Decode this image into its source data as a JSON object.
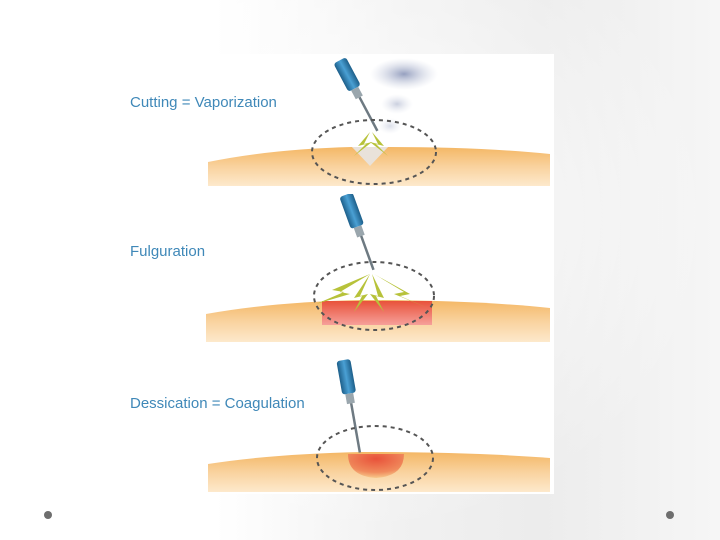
{
  "slide": {
    "background_color": "#f2f2f2",
    "bullet_dots_color": "#6e6e6e"
  },
  "figure": {
    "label_color": "#3f88b8",
    "tissue_color": "#f7c98b",
    "burn_color": "#e8523a",
    "spark_color": "#b7c23a",
    "probe_color": "#2f79a8",
    "panels": [
      {
        "label": "Cutting = Vaporization"
      },
      {
        "label": "Fulguration"
      },
      {
        "label": "Dessication = Coagulation"
      }
    ]
  }
}
